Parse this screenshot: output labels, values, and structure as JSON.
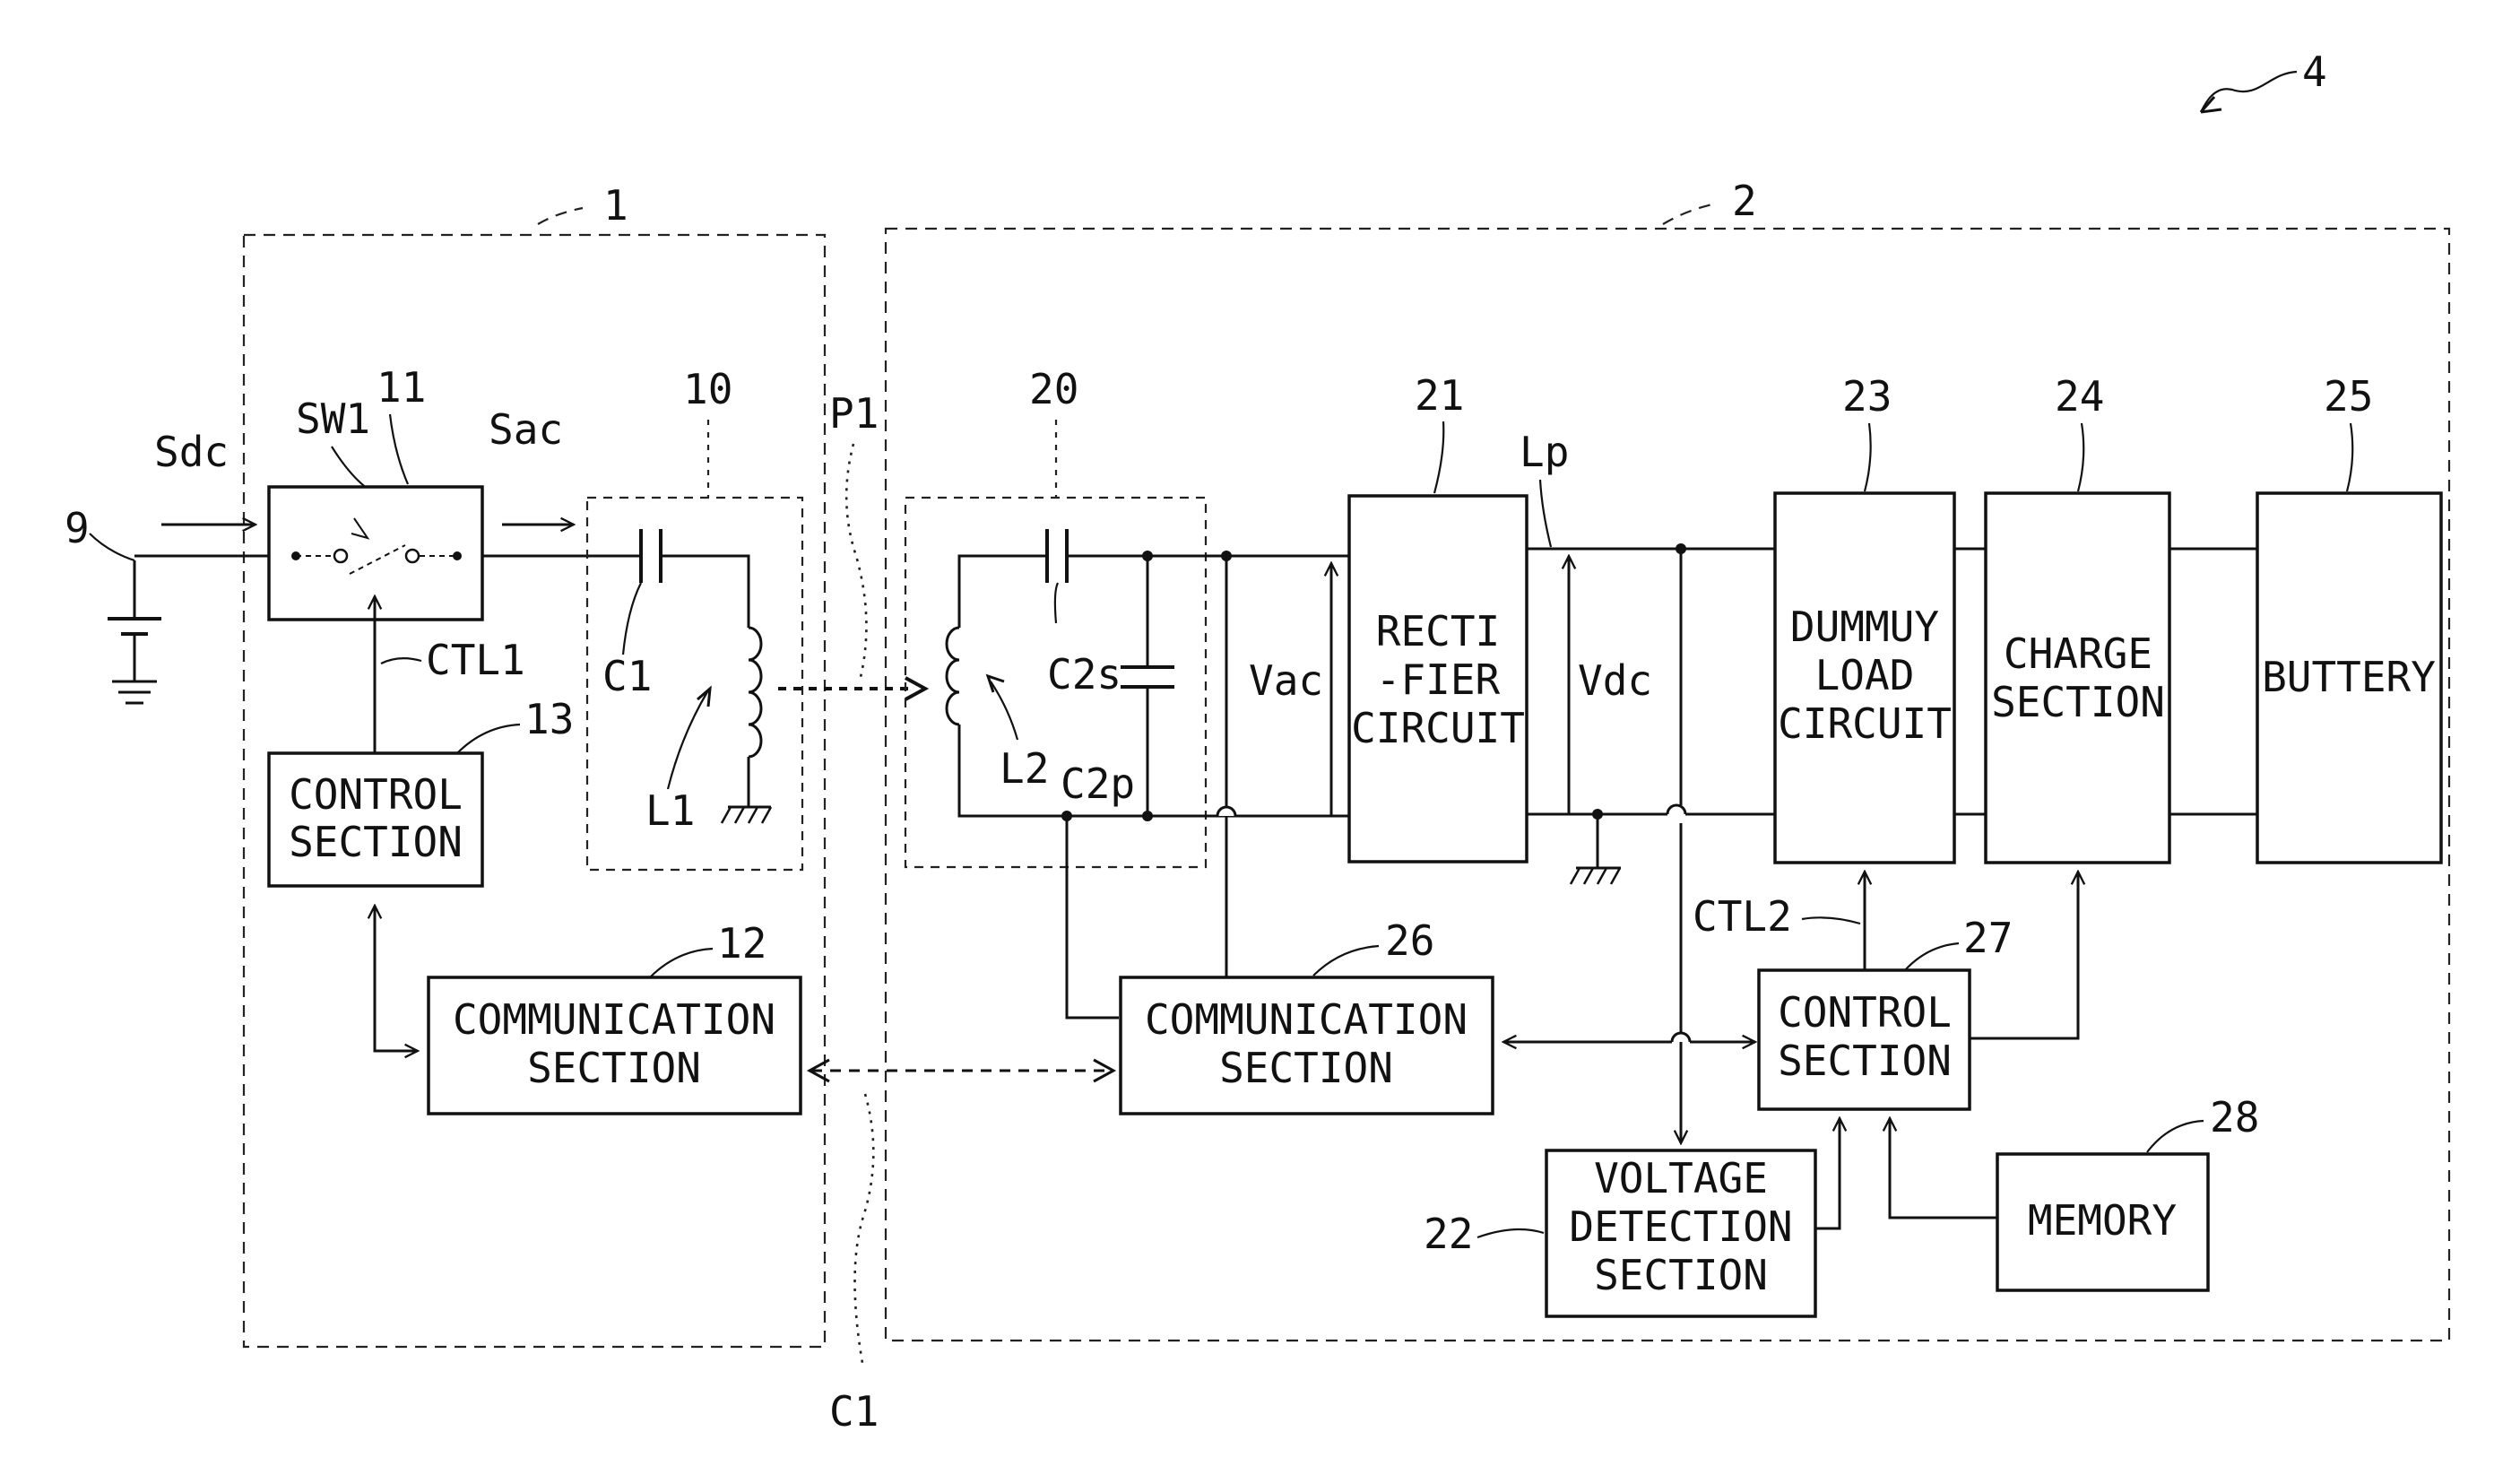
{
  "figure_label": "4",
  "units": {
    "transmitter": "1",
    "receiver": "2"
  },
  "blocks": {
    "switch_number": "11",
    "switch_label": "SW1",
    "tx_resonator_number": "10",
    "tx_control_number": "13",
    "tx_control_line1": "CONTROL",
    "tx_control_line2": "SECTION",
    "tx_comm_number": "12",
    "tx_comm_line1": "COMMUNICATION",
    "tx_comm_line2": "SECTION",
    "rx_resonator_number": "20",
    "rectifier_number": "21",
    "rectifier_line1": "RECTI",
    "rectifier_line2": "-FIER",
    "rectifier_line3": "CIRCUIT",
    "dummy_number": "23",
    "dummy_line1": "DUMMUY",
    "dummy_line2": "LOAD",
    "dummy_line3": "CIRCUIT",
    "charge_number": "24",
    "charge_line1": "CHARGE",
    "charge_line2": "SECTION",
    "battery_number": "25",
    "battery_label": "BUTTERY",
    "rx_comm_number": "26",
    "rx_comm_line1": "COMMUNICATION",
    "rx_comm_line2": "SECTION",
    "rx_control_number": "27",
    "rx_control_line1": "CONTROL",
    "rx_control_line2": "SECTION",
    "voltage_number": "22",
    "voltage_line1": "VOLTAGE",
    "voltage_line2": "DETECTION",
    "voltage_line3": "SECTION",
    "memory_number": "28",
    "memory_label": "MEMORY"
  },
  "signals": {
    "power_source_number": "9",
    "sdc": "Sdc",
    "sac": "Sac",
    "ctl1": "CTL1",
    "ctl2": "CTL2",
    "p1": "P1",
    "c1_bottom": "C1",
    "vac": "Vac",
    "vdc": "Vdc",
    "lp": "Lp"
  },
  "components": {
    "c1": "C1",
    "l1": "L1",
    "l2": "L2",
    "c2s": "C2s",
    "c2p": "C2p"
  }
}
